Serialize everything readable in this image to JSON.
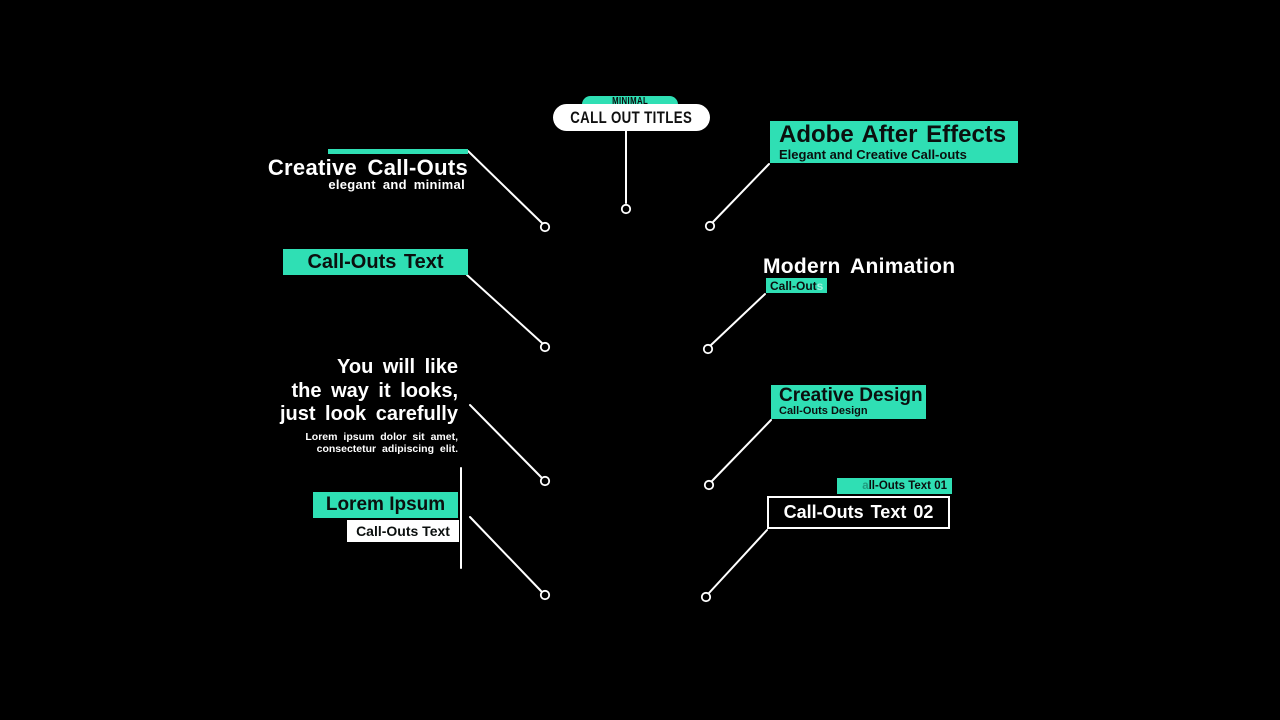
{
  "colors": {
    "accent": "#2FDFB4",
    "background": "#000000",
    "line": "#FFFFFF",
    "dark_text": "#0B0F0E"
  },
  "header": {
    "tag": "MINIMAL",
    "title": "CALL OUT TITLES"
  },
  "callouts": {
    "creative_callouts": {
      "title": "Creative Call-Outs",
      "subtitle": "elegant and minimal"
    },
    "adobe": {
      "title": "Adobe After Effects",
      "subtitle": "Elegant and Creative Call-outs"
    },
    "callouts_text": {
      "title": "Call-Outs Text"
    },
    "modern": {
      "title": "Modern Animation",
      "tag_visible": "Call-Out",
      "tag_ghost": "s"
    },
    "quote": {
      "lines": [
        "You will like",
        "the way it looks,",
        "just look carefully"
      ],
      "small_lines": [
        "Lorem ipsum dolor sit amet,",
        "consectetur adipiscing elit."
      ]
    },
    "lorem": {
      "title": "Lorem Ipsum",
      "subtitle": "Call-Outs Text"
    },
    "creative_design": {
      "title": "Creative Design",
      "subtitle": "Call-Outs Design"
    },
    "numbered": {
      "tag_ghost": "a",
      "tag_visible": "ll-Outs Text 01",
      "title": "Call-Outs Text 02"
    }
  }
}
